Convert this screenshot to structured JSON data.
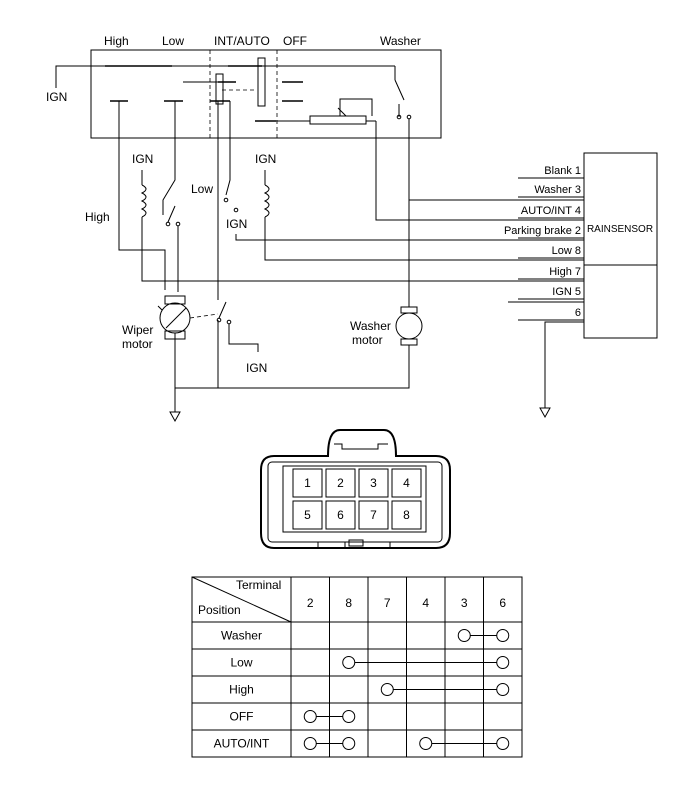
{
  "switch_labels": {
    "high": "High",
    "low": "Low",
    "int_auto": "INT/AUTO",
    "off": "OFF",
    "washer": "Washer",
    "ign": "IGN"
  },
  "relay_labels": {
    "ign_left": "IGN",
    "ign_right": "IGN",
    "high": "High",
    "low": "Low",
    "ign_mid": "IGN",
    "ign_bottom": "IGN"
  },
  "motor_labels": {
    "wiper_line1": "Wiper",
    "wiper_line2": "motor",
    "washer_line1": "Washer",
    "washer_line2": "motor"
  },
  "rain_sensor": {
    "title": "RAINSENSOR",
    "pins": [
      "Blank 1",
      "Washer 3",
      "AUTO/INT 4",
      "Parking brake 2",
      "Low 8",
      "High 7",
      "IGN  5",
      "6"
    ]
  },
  "connector": {
    "pins_top": [
      "1",
      "2",
      "3",
      "4"
    ],
    "pins_bottom": [
      "5",
      "6",
      "7",
      "8"
    ]
  },
  "table": {
    "header_terminal": "Terminal",
    "header_position": "Position",
    "terminals": [
      "2",
      "8",
      "7",
      "4",
      "3",
      "6"
    ],
    "rows": [
      {
        "position": "Washer",
        "links": [
          [
            4,
            5
          ]
        ]
      },
      {
        "position": "Low",
        "links": [
          [
            1,
            5
          ]
        ]
      },
      {
        "position": "High",
        "links": [
          [
            2,
            5
          ]
        ]
      },
      {
        "position": "OFF",
        "links": [
          [
            0,
            1
          ]
        ]
      },
      {
        "position": "AUTO/INT",
        "links": [
          [
            0,
            1
          ],
          [
            3,
            5
          ]
        ]
      }
    ]
  }
}
